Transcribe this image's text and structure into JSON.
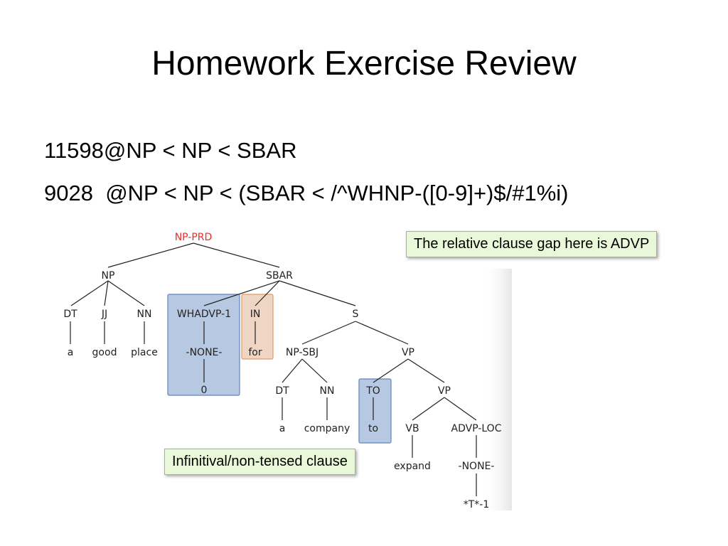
{
  "slide": {
    "title": "Homework Exercise Review",
    "query1": "11598@NP < NP < SBAR",
    "query2": "9028  @NP < NP < (SBAR < /^WHNP-([0-9]+)$/#1%i)"
  },
  "callouts": {
    "gap_note": "The relative clause gap here is ADVP",
    "clause_note": "Infinitival/non-tensed clause"
  },
  "tree": {
    "root": "NP-PRD",
    "np": "NP",
    "sbar": "SBAR",
    "dt1": "DT",
    "jj": "JJ",
    "nn1": "NN",
    "a1": "a",
    "good": "good",
    "place": "place",
    "whadvp": "WHADVP-1",
    "none1": "-NONE-",
    "zero": "0",
    "in": "IN",
    "for": "for",
    "s": "S",
    "npsbj": "NP-SBJ",
    "vp1": "VP",
    "dt2": "DT",
    "nn2": "NN",
    "a2": "a",
    "company": "company",
    "to_tag": "TO",
    "to": "to",
    "vp2": "VP",
    "vb": "VB",
    "expand": "expand",
    "advploc": "ADVP-LOC",
    "none2": "-NONE-",
    "trace": "*T*-1",
    "root_color": "#e0302a",
    "blue_highlight": "#b7c9e2",
    "orange_highlight": "#efd6c4"
  }
}
